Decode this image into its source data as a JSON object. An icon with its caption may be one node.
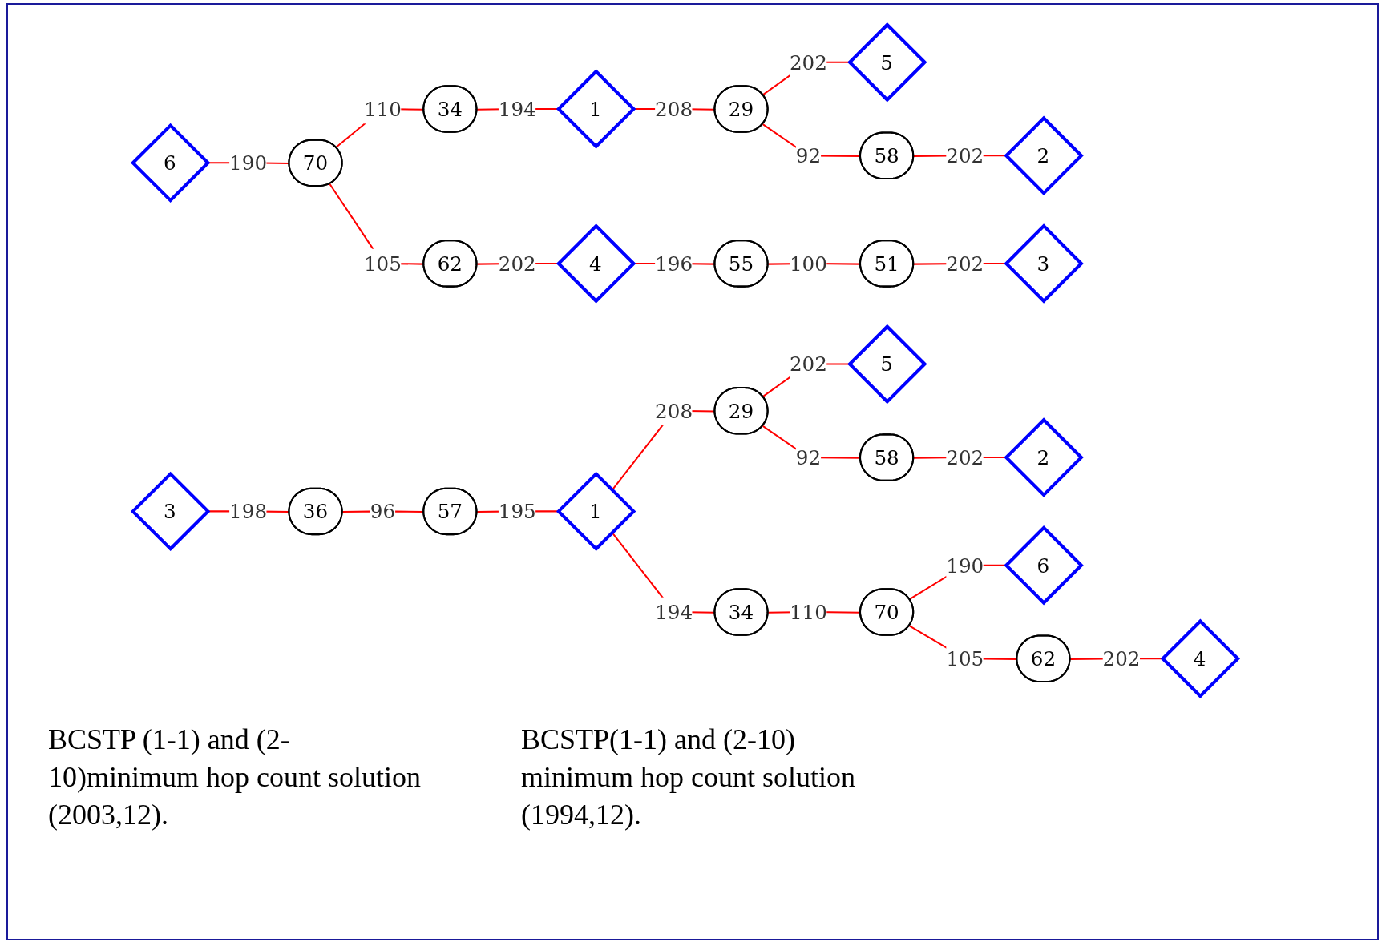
{
  "diagram": {
    "nodes": [
      {
        "text": [
          "6"
        ]
      },
      {
        "text": [
          "70"
        ]
      },
      {
        "text": [
          "5"
        ]
      },
      {
        "text": [
          "34"
        ]
      },
      {
        "text": [
          "62"
        ]
      },
      {
        "text": [
          "4"
        ]
      },
      {
        "text": [
          "1"
        ]
      },
      {
        "text": [
          "55"
        ]
      },
      {
        "text": [
          "29"
        ]
      },
      {
        "text": [
          "51"
        ]
      },
      {
        "text": [
          "3"
        ]
      },
      {
        "text": [
          "58"
        ]
      },
      {
        "text": [
          "2"
        ]
      },
      {
        "text": [
          "3"
        ]
      },
      {
        "text": [
          "36"
        ]
      },
      {
        "text": [
          "5"
        ]
      },
      {
        "text": [
          "57"
        ]
      },
      {
        "text": [
          "29"
        ]
      },
      {
        "text": [
          "1"
        ]
      },
      {
        "text": [
          "58"
        ]
      },
      {
        "text": [
          "2"
        ]
      },
      {
        "text": [
          "34"
        ]
      },
      {
        "text": [
          "70"
        ]
      },
      {
        "text": [
          "6"
        ]
      },
      {
        "text": [
          "62"
        ]
      },
      {
        "text": [
          "4"
        ]
      }
    ],
    "edges": [
      {
        "from": 0,
        "to": 1,
        "arrow": "none",
        "label": "190"
      },
      {
        "from": 1,
        "to": 3,
        "arrow": "none",
        "label": "110"
      },
      {
        "from": 1,
        "to": 4,
        "arrow": "none",
        "label": "105"
      },
      {
        "from": 4,
        "to": 5,
        "arrow": "none",
        "label": "202"
      },
      {
        "from": 5,
        "to": 7,
        "arrow": "none",
        "label": "196"
      },
      {
        "from": 7,
        "to": 9,
        "arrow": "none",
        "label": "100"
      },
      {
        "from": 9,
        "to": 10,
        "arrow": "none",
        "label": "202"
      },
      {
        "from": 3,
        "to": 6,
        "arrow": "none",
        "label": "194"
      },
      {
        "from": 6,
        "to": 8,
        "arrow": "none",
        "label": "208"
      },
      {
        "from": 8,
        "to": 2,
        "arrow": "none",
        "label": "202"
      },
      {
        "from": 8,
        "to": 11,
        "arrow": "none",
        "label": "92"
      },
      {
        "from": 11,
        "to": 12,
        "arrow": "none",
        "label": "202"
      },
      {
        "from": 13,
        "to": 14,
        "arrow": "none",
        "label": "198"
      },
      {
        "from": 14,
        "to": 16,
        "arrow": "none",
        "label": "96"
      },
      {
        "from": 16,
        "to": 18,
        "arrow": "none",
        "label": "195"
      },
      {
        "from": 18,
        "to": 17,
        "arrow": "none",
        "label": "208"
      },
      {
        "from": 17,
        "to": 15,
        "arrow": "none",
        "label": "202"
      },
      {
        "from": 17,
        "to": 19,
        "arrow": "none",
        "label": "92"
      },
      {
        "from": 19,
        "to": 20,
        "arrow": "none",
        "label": "202"
      },
      {
        "from": 18,
        "to": 21,
        "arrow": "none",
        "label": "194"
      },
      {
        "from": 21,
        "to": 22,
        "arrow": "none",
        "label": "110"
      },
      {
        "from": 22,
        "to": 23,
        "arrow": "none",
        "label": "190"
      },
      {
        "from": 22,
        "to": 24,
        "arrow": "none",
        "label": "105"
      },
      {
        "from": 24,
        "to": 25,
        "arrow": "none",
        "label": "202"
      }
    ],
    "labels": [
      "BCSTP (1-1) and (2- 10)minimum hop count solution (2003,12).",
      "BCSTP(1-1) and (2-10) minimum hop count solution (1994,12)."
    ]
  }
}
